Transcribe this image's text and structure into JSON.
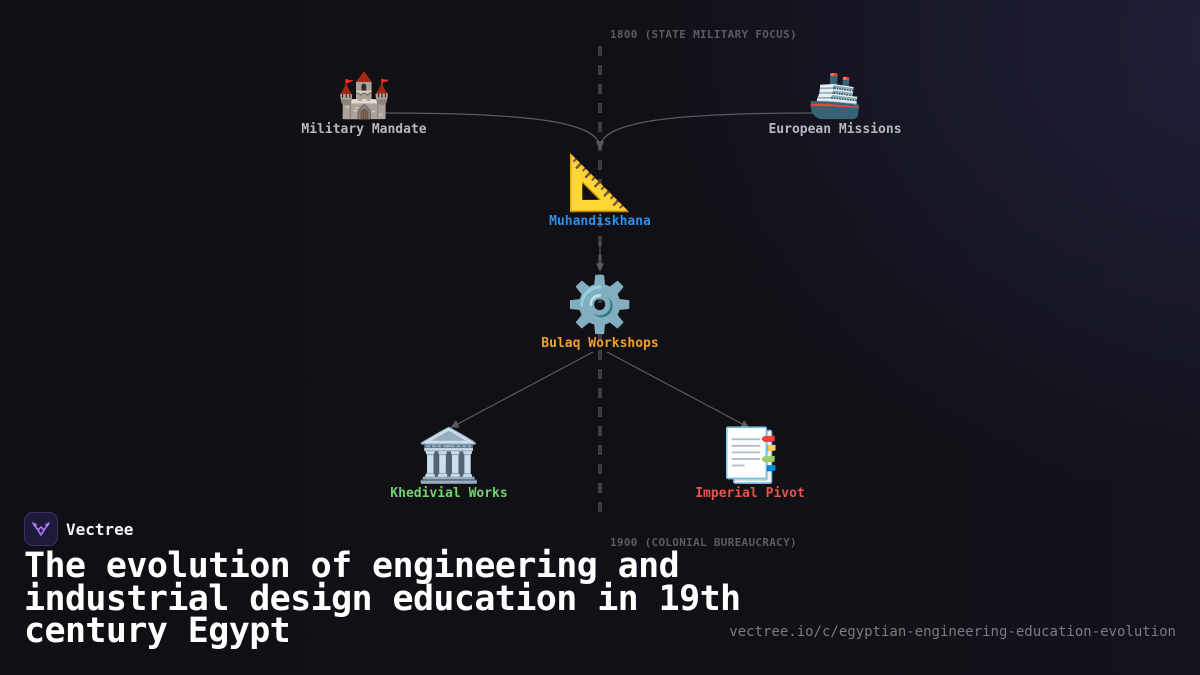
{
  "era_labels": {
    "top": "1800 (STATE MILITARY FOCUS)",
    "bottom": "1900 (COLONIAL BUREAUCRACY)"
  },
  "nodes": {
    "military_mandate": {
      "icon": "castle-icon",
      "glyph": "🏰",
      "label": "Military Mandate",
      "color": "#b8b8bc"
    },
    "european_missions": {
      "icon": "ship-icon",
      "glyph": "🚢",
      "label": "European Missions",
      "color": "#b8b8bc"
    },
    "muhandiskhana": {
      "icon": "triangular-ruler-icon",
      "glyph": "📐",
      "label": "Muhandiskhana",
      "color": "#2f8fe8"
    },
    "bulaq_workshops": {
      "icon": "gear-icon",
      "glyph": "⚙️",
      "label": "Bulaq Workshops",
      "color": "#f0a12a"
    },
    "khedivial_works": {
      "icon": "classical-building-icon",
      "glyph": "🏛️",
      "label": "Khedivial Works",
      "color": "#6fd36f"
    },
    "imperial_pivot": {
      "icon": "bookmark-tabs-icon",
      "glyph": "📑",
      "label": "Imperial Pivot",
      "color": "#e8524a"
    }
  },
  "edges": [
    {
      "from": "Military Mandate",
      "to": "Muhandiskhana"
    },
    {
      "from": "European Missions",
      "to": "Muhandiskhana"
    },
    {
      "from": "Muhandiskhana",
      "to": "Bulaq Workshops"
    },
    {
      "from": "Bulaq Workshops",
      "to": "Khedivial Works"
    },
    {
      "from": "Bulaq Workshops",
      "to": "Imperial Pivot"
    }
  ],
  "brand": {
    "name": "Vectree",
    "logo_icon": "vectree-logo-icon"
  },
  "title": "The evolution of engineering and industrial design education in 19th century Egypt",
  "url": "vectree.io/c/egyptian-engineering-education-evolution",
  "colors": {
    "background": "#0e0e13",
    "timeline": "#3c3c42",
    "edge": "#5a5a60"
  }
}
